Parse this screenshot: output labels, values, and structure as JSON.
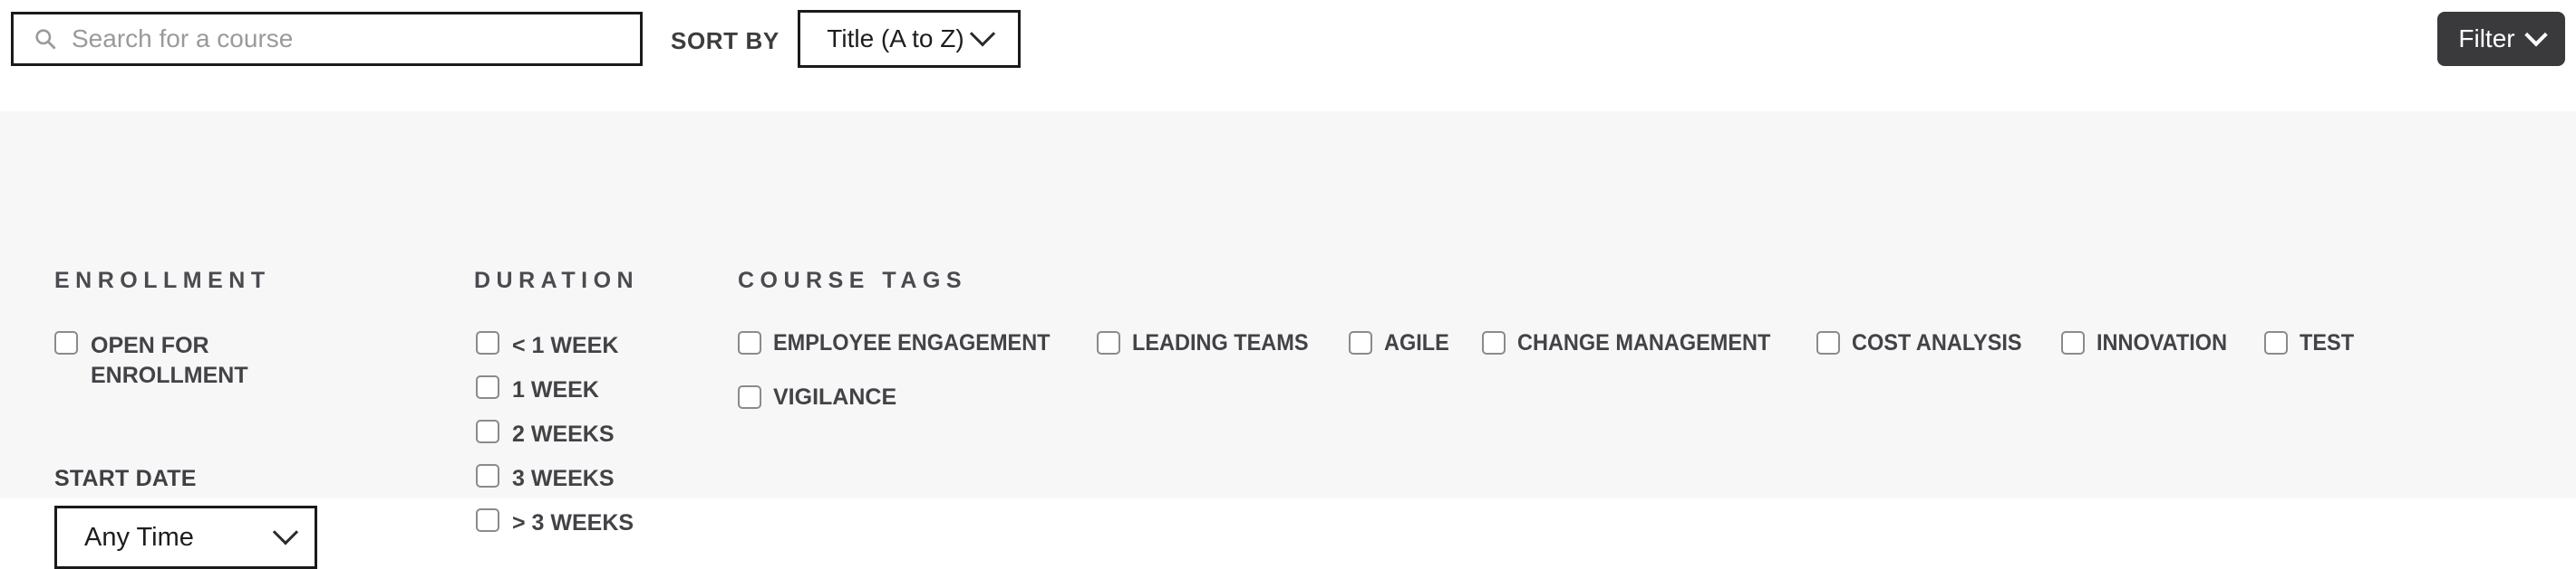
{
  "toolbar": {
    "search": {
      "icon": "search-icon",
      "placeholder": "Search for a course",
      "value": ""
    },
    "sort": {
      "label": "SORT BY",
      "selected": "Title (A to Z)",
      "icon": "chevron-down-icon"
    },
    "filter_button": {
      "label": "Filter",
      "icon": "chevron-down-icon",
      "background": "#3a3a3c",
      "text_color": "#ffffff"
    }
  },
  "filter_panel": {
    "background": "#f7f7f7",
    "enrollment": {
      "title": "ENROLLMENT",
      "options": [
        {
          "label": "OPEN FOR\nENROLLMENT",
          "checked": false
        }
      ],
      "start_date": {
        "title": "START DATE",
        "selected": "Any Time",
        "icon": "chevron-down-icon"
      }
    },
    "duration": {
      "title": "DURATION",
      "options": [
        {
          "label": "< 1 WEEK",
          "checked": false
        },
        {
          "label": "1 WEEK",
          "checked": false
        },
        {
          "label": "2 WEEKS",
          "checked": false
        },
        {
          "label": "3 WEEKS",
          "checked": false
        },
        {
          "label": "> 3 WEEKS",
          "checked": false
        }
      ]
    },
    "course_tags": {
      "title": "COURSE TAGS",
      "options": [
        {
          "label": "EMPLOYEE ENGAGEMENT",
          "checked": false
        },
        {
          "label": "LEADING TEAMS",
          "checked": false
        },
        {
          "label": "AGILE",
          "checked": false
        },
        {
          "label": "CHANGE MANAGEMENT",
          "checked": false
        },
        {
          "label": "COST ANALYSIS",
          "checked": false
        },
        {
          "label": "INNOVATION",
          "checked": false
        },
        {
          "label": "TEST",
          "checked": false
        },
        {
          "label": "VIGILANCE",
          "checked": false
        }
      ]
    }
  }
}
